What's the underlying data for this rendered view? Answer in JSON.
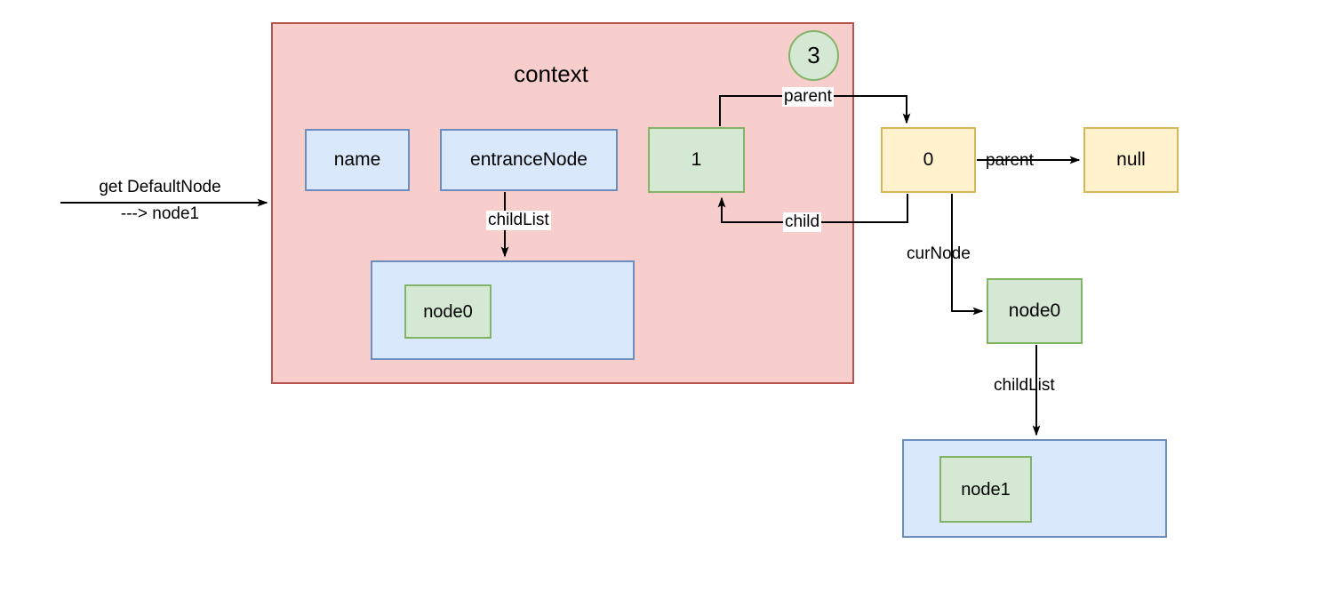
{
  "diagram": {
    "title": "context",
    "step_badge": "3",
    "entry_label_line1": "get DefaultNode",
    "entry_label_line2": "---> node1",
    "context_group": {
      "title": "context",
      "fields": [
        {
          "label": "name"
        },
        {
          "label": "entranceNode"
        }
      ],
      "child_list_label": "childList",
      "child_list_items": [
        "node0"
      ],
      "stack_frame": "1"
    },
    "right_side": {
      "current_frame": "0",
      "parent_label": "parent",
      "parent_target": "null",
      "child_label": "child",
      "cur_node_label": "curNode",
      "cur_node_value": "node0",
      "child_list_label": "childList",
      "child_list_items": [
        "node1"
      ]
    },
    "colors": {
      "context_fill": "#f8cecc",
      "context_stroke": "#b85450",
      "blue_fill": "#dae8fc",
      "blue_stroke": "#6c8ebf",
      "green_fill": "#d5e8d4",
      "green_stroke": "#82b366",
      "yellow_fill": "#ffe6cc",
      "yellow_stroke": "#d6b656",
      "pale_yellow_fill": "#fff2cc",
      "edge_stroke": "#000000"
    }
  }
}
